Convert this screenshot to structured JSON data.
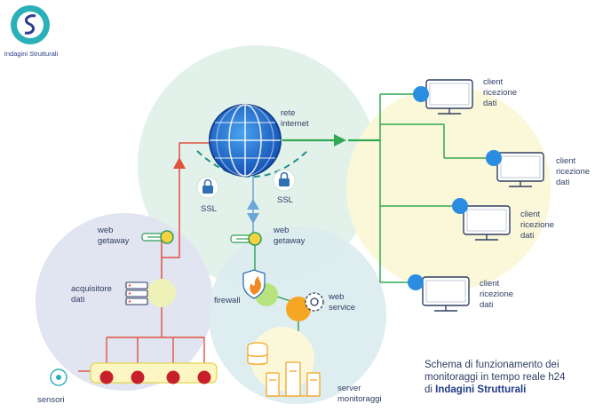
{
  "logo": {
    "text": "Indagini Strutturali"
  },
  "network": {
    "line1": "rete",
    "line2": "internet"
  },
  "ssl_left": "SSL",
  "ssl_right": "SSL",
  "web_gateway_left": {
    "line1": "web",
    "line2": "getaway"
  },
  "web_gateway_right": {
    "line1": "web",
    "line2": "getaway"
  },
  "acquisitore": {
    "line1": "acquisitore",
    "line2": "dati"
  },
  "firewall": "firewall",
  "web_service": {
    "line1": "web",
    "line2": "service"
  },
  "sensori": "sensori",
  "server": {
    "line1": "server",
    "line2": "monitoraggi"
  },
  "clients": [
    {
      "line1": "client",
      "line2": "ricezione",
      "line3": "dati"
    },
    {
      "line1": "client",
      "line2": "ricezione",
      "line3": "dati"
    },
    {
      "line1": "client",
      "line2": "ricezione",
      "line3": "dati"
    },
    {
      "line1": "client",
      "line2": "ricezione",
      "line3": "dati"
    }
  ],
  "caption": {
    "line1": "Schema di funzionamento dei",
    "line2": "monitoraggi in tempo reale h24",
    "line3_prefix": "di ",
    "line3_bold": "Indagini Strutturali"
  },
  "colors": {
    "green_zone": "#e2f1ea",
    "yellow_zone": "#fbf8d9",
    "lavender_zone": "#dfe3f0",
    "teal_zone": "#dcecef",
    "internet_blue": "#1f6fd1",
    "green_line": "#33a853",
    "red_line": "#e0533d",
    "node_red": "#c8202b",
    "orange": "#f5a623"
  }
}
